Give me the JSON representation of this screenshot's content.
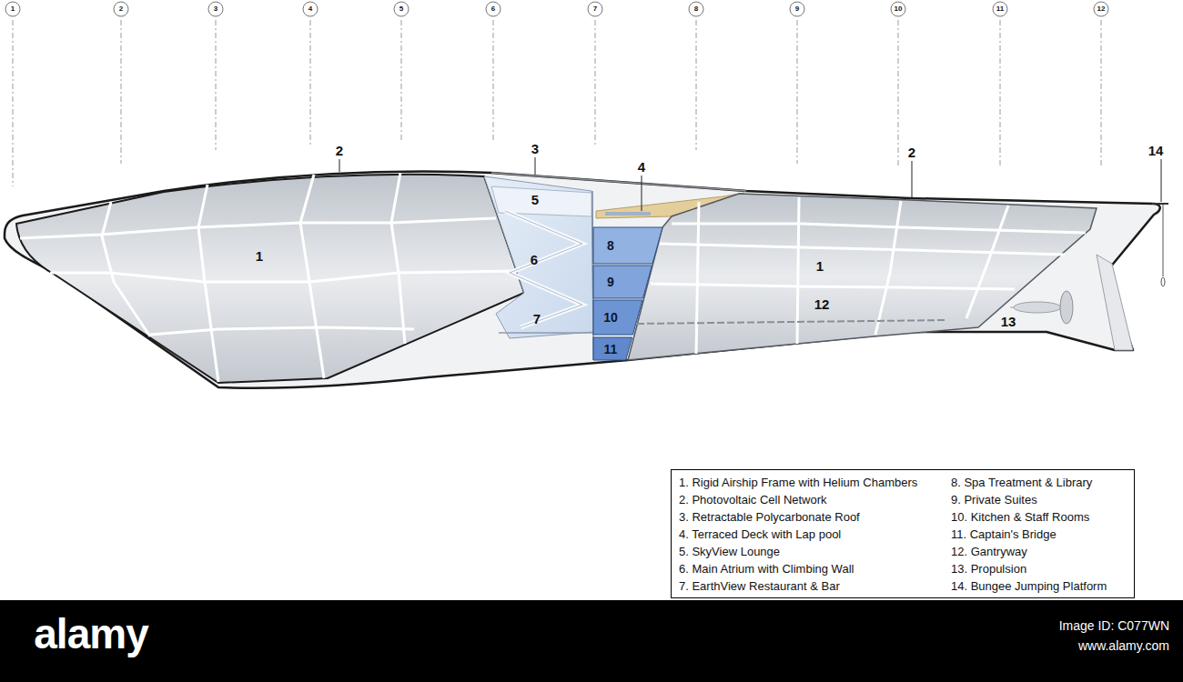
{
  "diagram": {
    "nodes": [
      {
        "text": [
          "1"
        ]
      },
      {
        "text": [
          "2"
        ]
      },
      {
        "text": [
          "3"
        ]
      },
      {
        "text": [
          "4"
        ]
      },
      {
        "text": [
          "5"
        ]
      },
      {
        "text": [
          "6"
        ]
      },
      {
        "text": [
          "7"
        ]
      },
      {
        "text": [
          "8"
        ]
      },
      {
        "text": [
          "9"
        ]
      },
      {
        "text": [
          "10"
        ]
      },
      {
        "text": [
          "11"
        ]
      },
      {
        "text": [
          "12"
        ]
      },
      {
        "text": [
          "8"
        ]
      },
      {
        "text": [
          "9"
        ]
      },
      {
        "text": [
          "10"
        ]
      },
      {
        "text": [
          "11"
        ]
      },
      {
        "text": [
          "1. Rigid Airship Frame with Helium Chambers",
          "2. Photovoltaic Cell Network",
          "3. Retractable Polycarbonate Roof",
          "4. Terraced Deck with Lap pool",
          "5. SkyView Lounge",
          "6. Main Atrium with Climbing Wall",
          "7. EarthView Restaurant & Bar",
          "8. Spa Treatment & Library",
          "9. Private Suites",
          "10. Kitchen & Staff Rooms",
          "11. Captain's Bridge",
          "12. Gantryway",
          "13. Propulsion",
          "14. Bungee Jumping Platform"
        ]
      }
    ],
    "labels": [
      "2",
      "3",
      "4",
      "2",
      "14",
      "5",
      "1",
      "6",
      "7",
      "1",
      "12",
      "13",
      "alamy",
      "Image ID: C077WN",
      "www.alamy.com"
    ]
  }
}
